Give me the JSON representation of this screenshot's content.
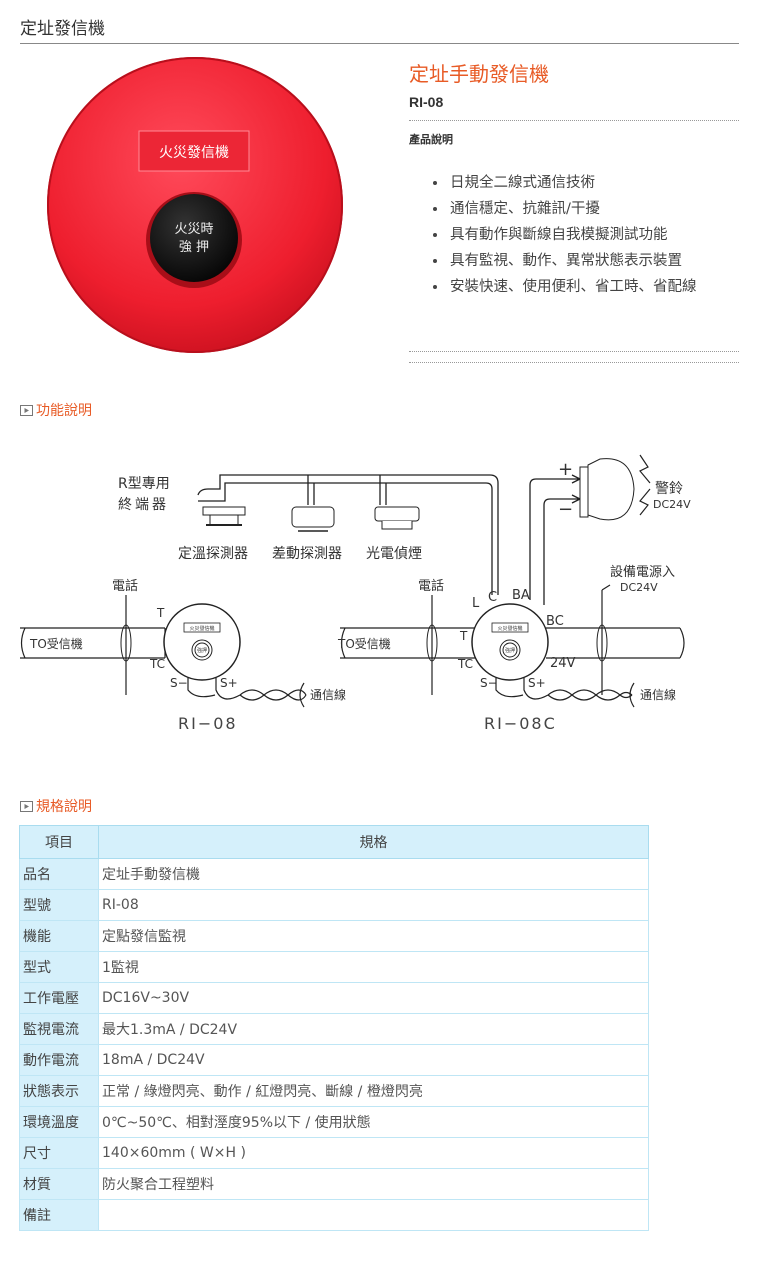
{
  "page": {
    "title": "定址發信機"
  },
  "product": {
    "name": "定址手動發信機",
    "model": "RI-08",
    "desc_heading": "產品說明",
    "image_text": {
      "plate": "火災發信機",
      "button_line1": "火災時",
      "button_line2": "強 押"
    },
    "features": [
      "日規全二線式通信技術",
      "通信穩定、抗雜訊/干擾",
      "具有動作與斷線自我模擬測試功能",
      "具有監視、動作、異常狀態表示裝置",
      "安裝快速、使用便利、省工時、省配線"
    ]
  },
  "sections": {
    "function": "功能說明",
    "spec": "規格說明"
  },
  "diagram": {
    "terminator": [
      "R型專用",
      "終端器"
    ],
    "detectors": [
      "定溫探測器",
      "差動探測器",
      "光電偵煙"
    ],
    "bell": "警鈴",
    "bell_voltage": "DC24V",
    "phone": "電話",
    "to_receiver": "TO受信機",
    "comm_line": "通信線",
    "equip_power": "設備電源入",
    "equip_voltage": "DC24V",
    "v24": "24V",
    "plus": "+",
    "minus": "−",
    "t": "T",
    "tc": "TC",
    "s_minus": "S−",
    "s_plus": "S+",
    "l": "L",
    "c": "C",
    "ba": "BA",
    "bc": "BC",
    "mini_plate": "火災發信機",
    "mini_btn": "強押",
    "model_a": "RI−08",
    "model_b": "RI−08C"
  },
  "spec_table": {
    "header": [
      "項目",
      "規格"
    ],
    "rows": [
      [
        "品名",
        "定址手動發信機"
      ],
      [
        "型號",
        "RI-08"
      ],
      [
        "機能",
        "定點發信監視"
      ],
      [
        "型式",
        "1監視"
      ],
      [
        "工作電壓",
        "DC16V~30V"
      ],
      [
        "監視電流",
        "最大1.3mA / DC24V"
      ],
      [
        "動作電流",
        "18mA / DC24V"
      ],
      [
        "狀態表示",
        "正常 / 綠燈閃亮、動作 / 紅燈閃亮、斷線 / 橙燈閃亮"
      ],
      [
        "環境溫度",
        "0℃~50℃、相對溼度95%以下 / 使用狀態"
      ],
      [
        "尺寸",
        "140×60mm ( W×H )"
      ],
      [
        "材質",
        "防火聚合工程塑料"
      ],
      [
        "備註",
        ""
      ]
    ]
  }
}
